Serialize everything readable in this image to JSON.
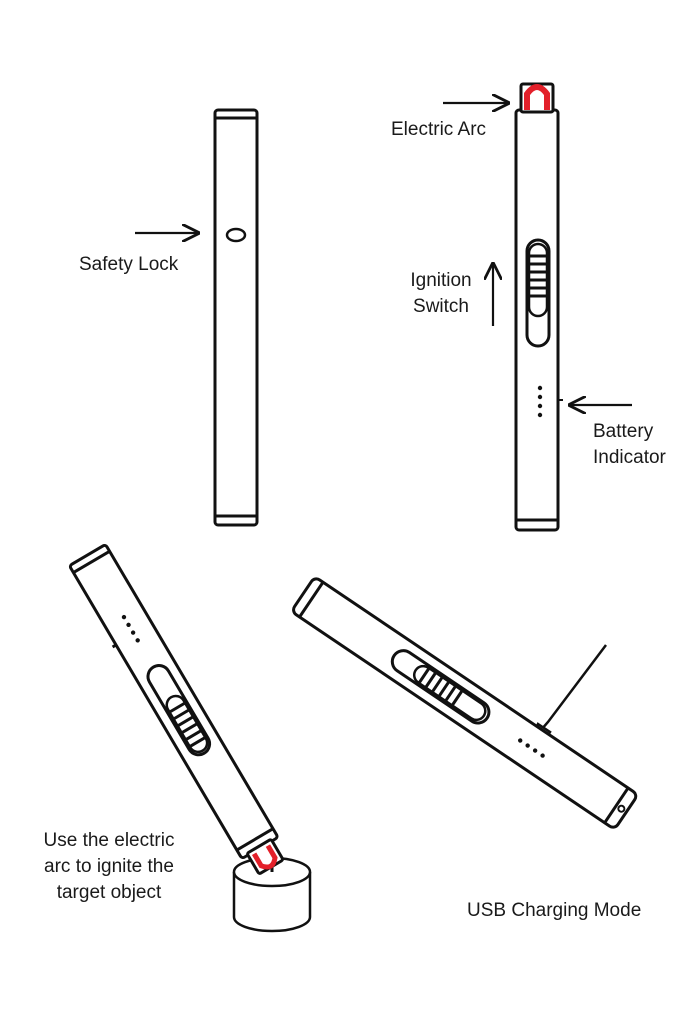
{
  "labels": {
    "safety_lock": "Safety Lock",
    "electric_arc": "Electric Arc",
    "ignition_switch": [
      "Ignition",
      "Switch"
    ],
    "battery_indicator": [
      "Battery",
      "Indicator"
    ],
    "use_arc": [
      "Use the electric",
      "arc to ignite the",
      "target object"
    ],
    "usb_charging": "USB Charging Mode"
  },
  "colors": {
    "outline": "#111111",
    "arc": "#e3202a",
    "background": "#ffffff"
  },
  "icons": [
    "arrow-icon",
    "lighter-icon",
    "candle-icon",
    "usb-cable-icon"
  ]
}
